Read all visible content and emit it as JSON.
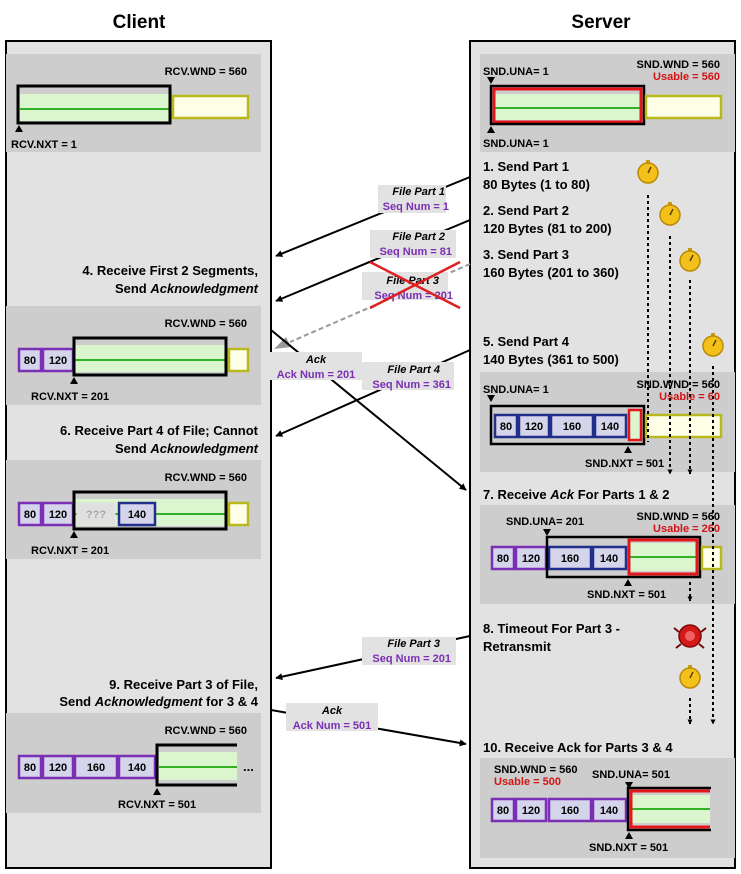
{
  "colors": {
    "column_bg": "#e2e2e2",
    "panel_bg": "#cdcdcd",
    "purple": "#7a2fb4",
    "seg_fill": "#d4d4ea",
    "navy": "#1f2f8a",
    "green_fill": "#dbf5cf",
    "green_line": "#33b024",
    "usable_red": "#d21414",
    "window_red": "#e2161b",
    "yellow_border": "#b8b81e",
    "yellow_fill": "#ffffe8",
    "cross_red": "#e02020",
    "timer_gold": "#f4c01a"
  },
  "headers": {
    "client": "Client",
    "server": "Server"
  },
  "client": {
    "state1": {
      "rcv_wnd": "RCV.WND = 560",
      "rcv_nxt": "RCV.NXT = 1"
    },
    "step4": {
      "line1": "4. Receive First 2 Segments,",
      "line2_prefix": "Send ",
      "line2_em": "Acknowledgment"
    },
    "state2": {
      "rcv_wnd": "RCV.WND = 560",
      "seg1": "80",
      "seg2": "120",
      "rcv_nxt": "RCV.NXT = 201"
    },
    "step6": {
      "line1": "6. Receive Part 4 of File; Cannot",
      "line2_prefix": "Send ",
      "line2_em": "Acknowledgment"
    },
    "state3": {
      "rcv_wnd": "RCV.WND = 560",
      "seg1": "80",
      "seg2": "120",
      "missing": "???",
      "seg4": "140",
      "rcv_nxt": "RCV.NXT = 201"
    },
    "step9": {
      "line1": "9. Receive Part 3 of File,",
      "line2_prefix": "Send ",
      "line2_em": "Acknowledgment",
      "line2_suffix": " for 3 & 4"
    },
    "state4": {
      "rcv_wnd": "RCV.WND = 560",
      "seg1": "80",
      "seg2": "120",
      "seg3": "160",
      "seg4": "140",
      "ellipsis": "...",
      "rcv_nxt": "RCV.NXT = 501"
    }
  },
  "server": {
    "state1": {
      "snd_una_top": "SND.UNA= 1",
      "snd_wnd": "SND.WND = 560",
      "usable": "Usable = 560",
      "snd_una_bottom": "SND.UNA= 1"
    },
    "step1": {
      "line1": "1. Send Part 1",
      "line2": "80 Bytes (1 to 80)"
    },
    "step2": {
      "line1": "2. Send Part 2",
      "line2": "120 Bytes (81 to 200)"
    },
    "step3": {
      "line1": "3. Send Part 3",
      "line2": "160 Bytes (201 to 360)"
    },
    "step5": {
      "line1": "5. Send Part 4",
      "line2": "140 Bytes (361 to 500)"
    },
    "state2": {
      "snd_una": "SND.UNA= 1",
      "snd_wnd": "SND.WND = 560",
      "usable": "Usable = 60",
      "seg1": "80",
      "seg2": "120",
      "seg3": "160",
      "seg4": "140",
      "snd_nxt": "SND.NXT = 501"
    },
    "step7": {
      "prefix": "7. Receive ",
      "em": "Ack",
      "suffix": " For Parts 1 & 2"
    },
    "state3": {
      "snd_una": "SND.UNA= 201",
      "snd_wnd": "SND.WND = 560",
      "usable": "Usable = 260",
      "seg1": "80",
      "seg2": "120",
      "seg3": "160",
      "seg4": "140",
      "snd_nxt": "SND.NXT = 501"
    },
    "step8": {
      "line1": "8. Timeout For Part 3 -",
      "line2": "Retransmit"
    },
    "step10": {
      "line1": "10. Receive Ack for Parts 3 & 4"
    },
    "state4": {
      "snd_wnd": "SND.WND = 560",
      "usable": "Usable = 500",
      "snd_una": "SND.UNA= 501",
      "seg1": "80",
      "seg2": "120",
      "seg3": "160",
      "seg4": "140",
      "snd_nxt": "SND.NXT = 501"
    }
  },
  "messages": {
    "part1": {
      "name": "File Part 1",
      "seq": "Seq Num = 1"
    },
    "part2": {
      "name": "File Part 2",
      "seq": "Seq Num = 81"
    },
    "part3": {
      "name": "File Part 3",
      "seq": "Seq Num = 201"
    },
    "ack1": {
      "name": "Ack",
      "num": "Ack Num = 201"
    },
    "part4": {
      "name": "File Part 4",
      "seq": "Seq Num = 361"
    },
    "part3_retx": {
      "name": "File Part 3",
      "seq": "Seq Num = 201"
    },
    "ack2": {
      "name": "Ack",
      "num": "Ack Num = 501"
    }
  }
}
